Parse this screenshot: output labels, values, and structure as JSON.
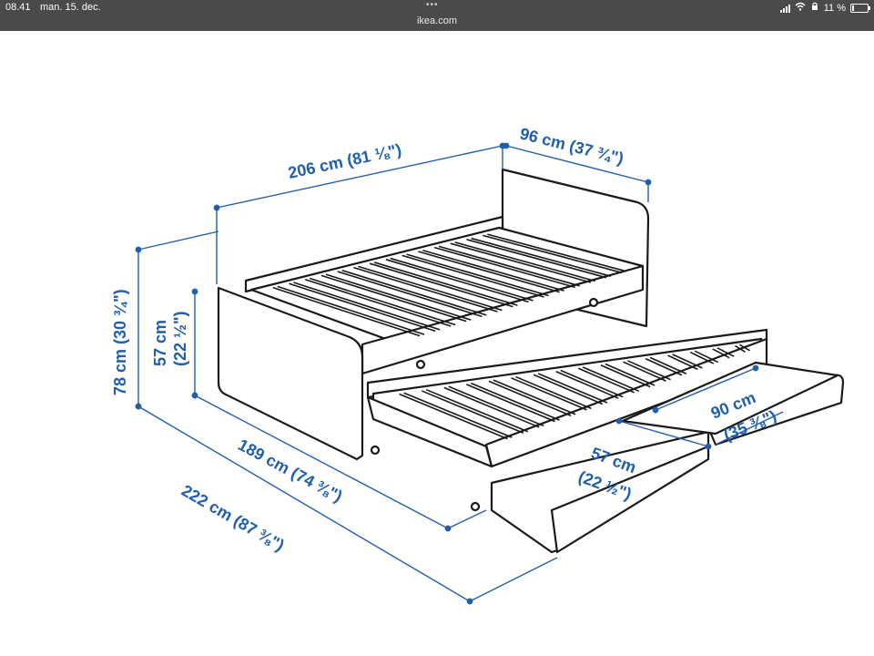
{
  "status_bar": {
    "time": "08.41",
    "date": "man. 15. dec.",
    "url": "ikea.com",
    "battery": "11 %"
  },
  "dimensions": {
    "length_top": "206 cm (81 ⅛\")",
    "width_top": "96 cm (37 ¾\")",
    "height_total": "78 cm (30 ¾\")",
    "height_frame_cm": "57 cm",
    "height_frame_in": "(22 ½\")",
    "length_inner": "189 cm (74 ⅜\")",
    "length_total": "222 cm (87 ⅜\")",
    "drawer_width_cm": "90 cm",
    "drawer_width_in": "(35 ⅜\")",
    "drawer_depth_cm": "57 cm",
    "drawer_depth_in": "(22 ½\")"
  },
  "colors": {
    "dimension": "#1f5fad",
    "line": "#1a1a1a",
    "status_bar": "#4a4a4a"
  }
}
